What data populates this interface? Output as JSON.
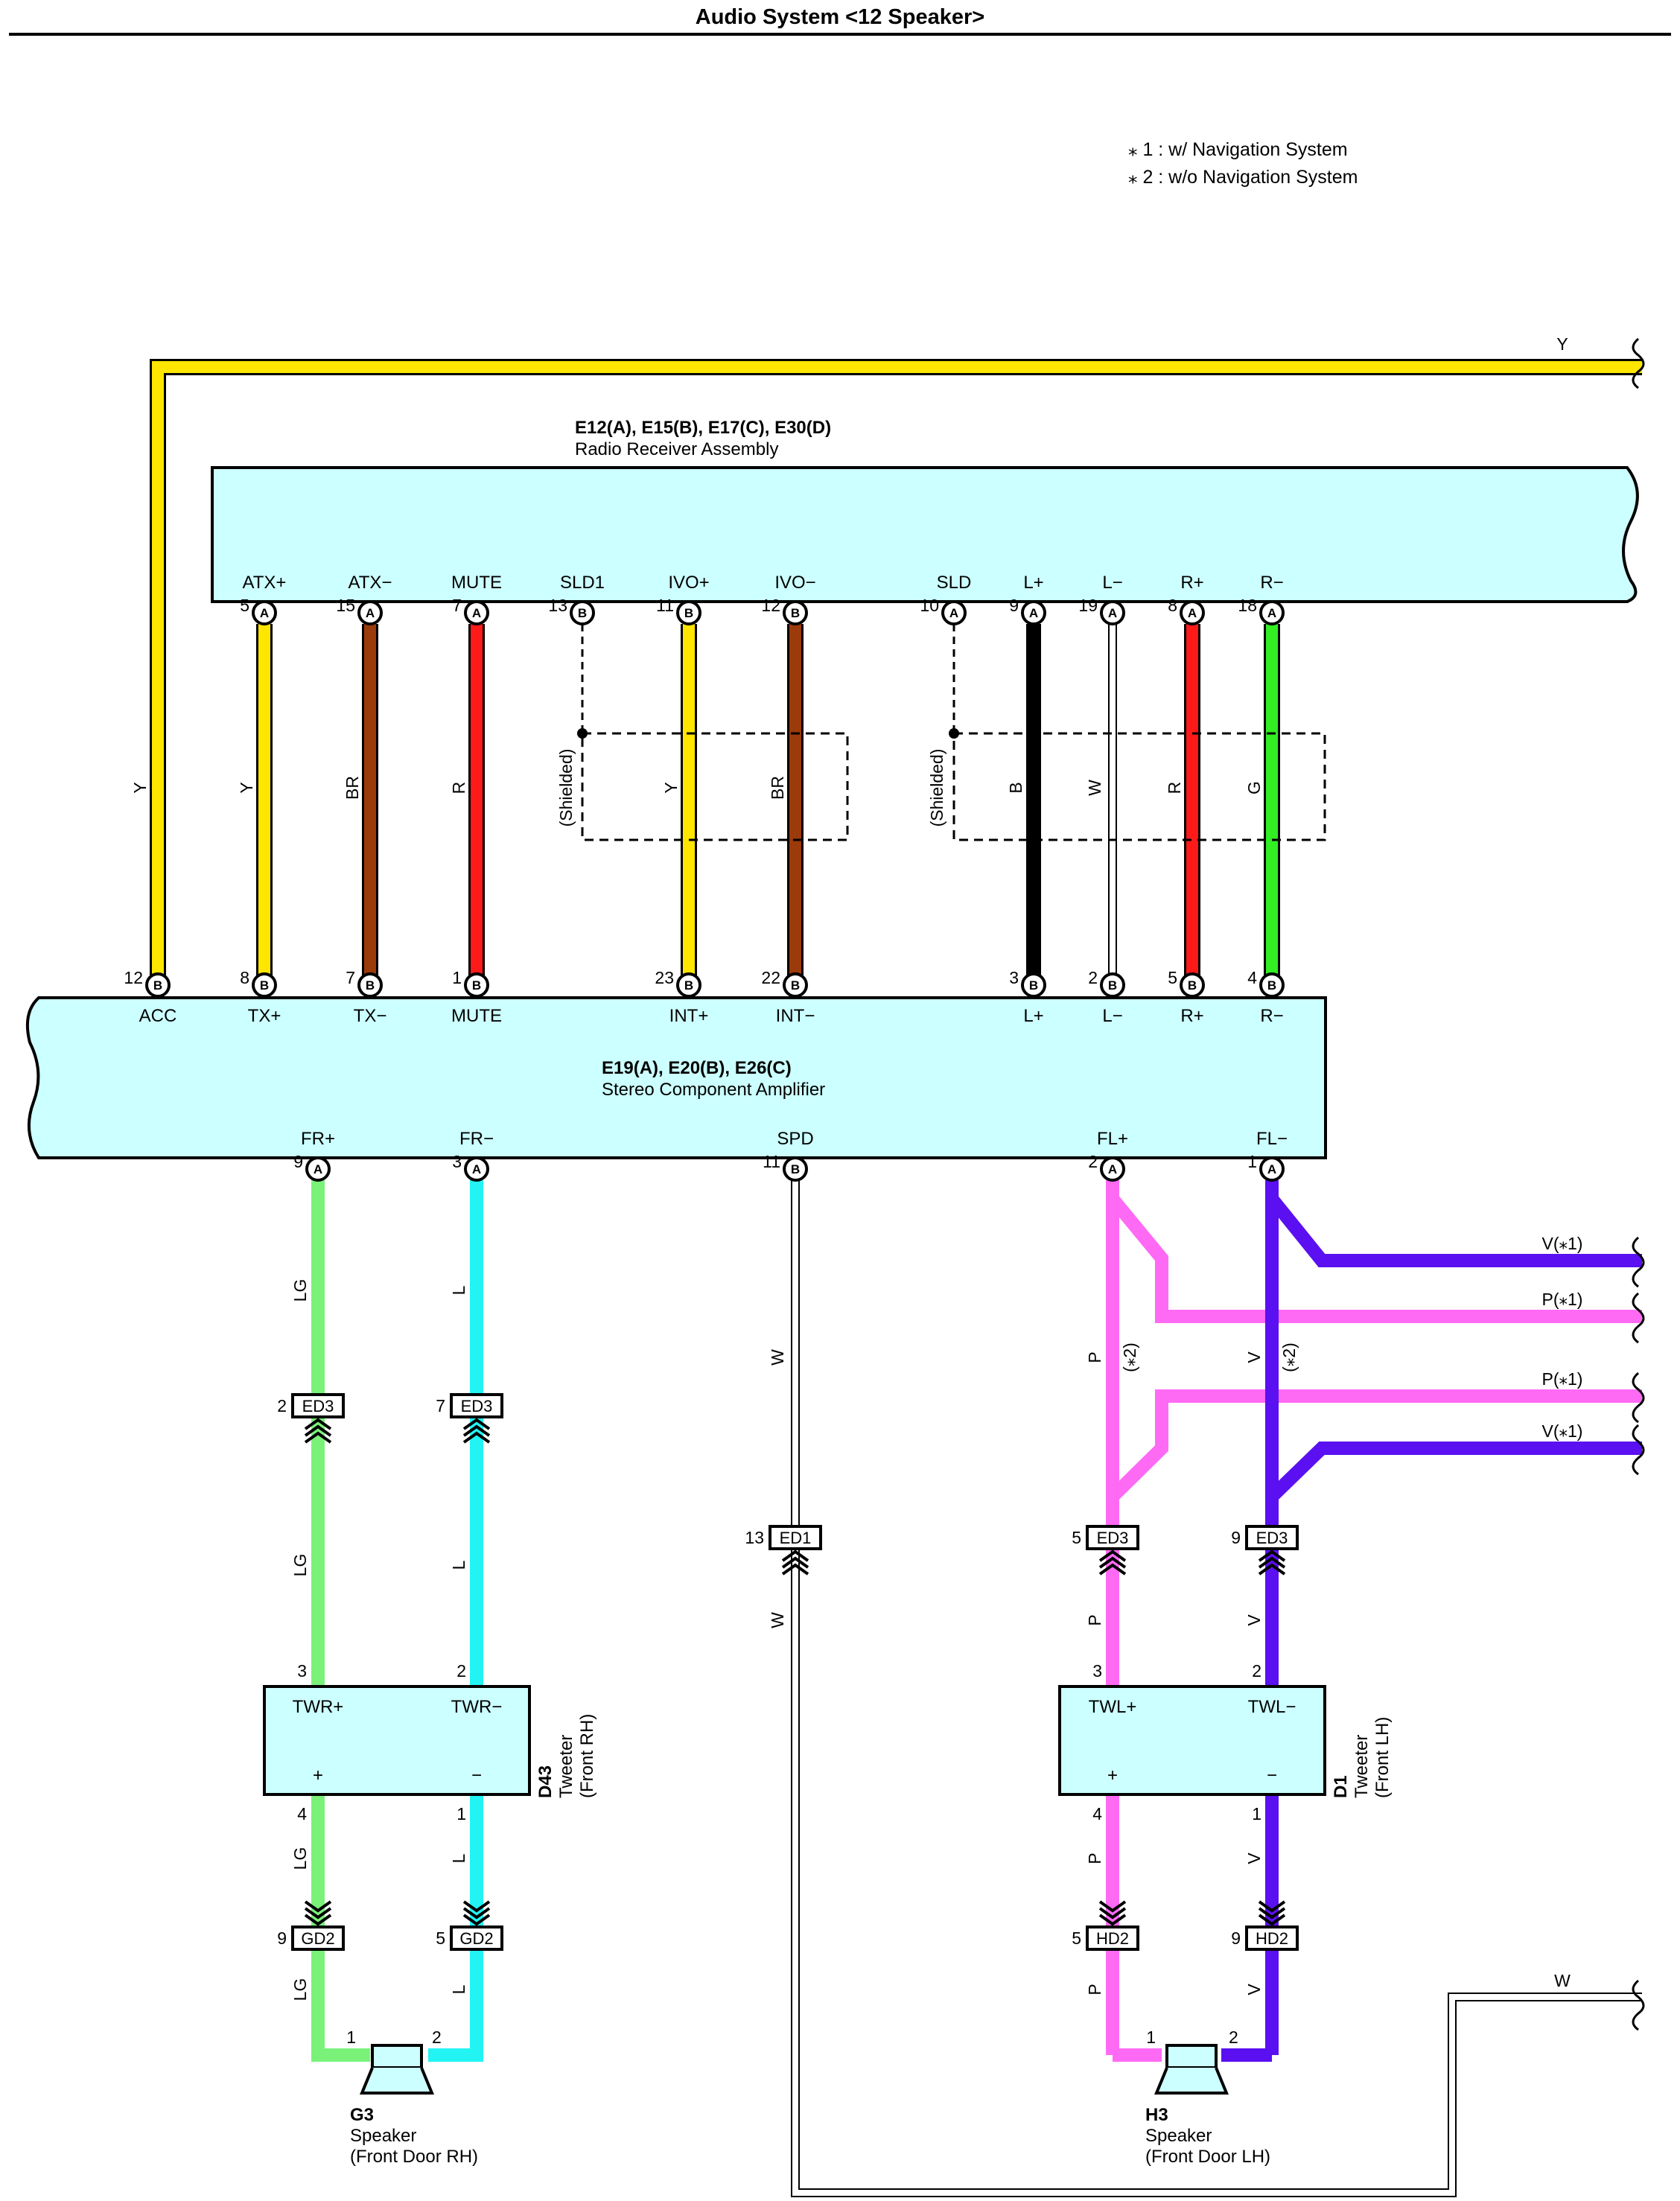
{
  "title": "Audio System <12 Speaker>",
  "notes": [
    "⁎ 1 : w/ Navigation System",
    "⁎ 2 : w/o Navigation System"
  ],
  "colors": {
    "Y": "#ffe600",
    "BR": "#9b3a0a",
    "R": "#ff1a1a",
    "B": "#000000",
    "W": "#ffffff",
    "G": "#33ee22",
    "LG": "#7af27a",
    "L": "#22f4f4",
    "P": "#ff6af5",
    "V": "#5a10f0",
    "component_fill": "#ccffff"
  },
  "receiver": {
    "id": "E12(A), E15(B), E17(C), E30(D)",
    "name": "Radio Receiver Assembly",
    "pins": [
      {
        "name": "ATX+",
        "num": "5",
        "conn": "A"
      },
      {
        "name": "ATX−",
        "num": "15",
        "conn": "A"
      },
      {
        "name": "MUTE",
        "num": "7",
        "conn": "A"
      },
      {
        "name": "SLD1",
        "num": "13",
        "conn": "B"
      },
      {
        "name": "IVO+",
        "num": "11",
        "conn": "B"
      },
      {
        "name": "IVO−",
        "num": "12",
        "conn": "B"
      },
      {
        "name": "SLD",
        "num": "10",
        "conn": "A"
      },
      {
        "name": "L+",
        "num": "9",
        "conn": "A"
      },
      {
        "name": "L−",
        "num": "19",
        "conn": "A"
      },
      {
        "name": "R+",
        "num": "8",
        "conn": "A"
      },
      {
        "name": "R−",
        "num": "18",
        "conn": "A"
      }
    ]
  },
  "amplifier": {
    "id": "E19(A), E20(B), E26(C)",
    "name": "Stereo Component Amplifier",
    "top_pins": [
      {
        "name": "ACC",
        "num": "12",
        "conn": "B"
      },
      {
        "name": "TX+",
        "num": "8",
        "conn": "B"
      },
      {
        "name": "TX−",
        "num": "7",
        "conn": "B"
      },
      {
        "name": "MUTE",
        "num": "1",
        "conn": "B"
      },
      {
        "name": "INT+",
        "num": "23",
        "conn": "B"
      },
      {
        "name": "INT−",
        "num": "22",
        "conn": "B"
      },
      {
        "name": "L+",
        "num": "3",
        "conn": "B"
      },
      {
        "name": "L−",
        "num": "2",
        "conn": "B"
      },
      {
        "name": "R+",
        "num": "5",
        "conn": "B"
      },
      {
        "name": "R−",
        "num": "4",
        "conn": "B"
      }
    ],
    "bottom_pins": [
      {
        "name": "FR+",
        "num": "9",
        "conn": "A"
      },
      {
        "name": "FR−",
        "num": "3",
        "conn": "A"
      },
      {
        "name": "SPD",
        "num": "11",
        "conn": "B"
      },
      {
        "name": "FL+",
        "num": "2",
        "conn": "A"
      },
      {
        "name": "FL−",
        "num": "1",
        "conn": "A"
      }
    ]
  },
  "wire_codes": {
    "acc": "Y",
    "tx_plus": "Y",
    "tx_minus": "BR",
    "mute": "R",
    "int_plus": "Y",
    "int_minus": "BR",
    "l_plus": "B",
    "l_minus": "W",
    "r_plus": "R",
    "r_minus": "G",
    "fr_plus": "LG",
    "fr_minus": "L",
    "spd": "W",
    "fl_plus": "P",
    "fl_minus": "V",
    "top_right": "Y",
    "bottom_right": "W",
    "nav1_v": "V(⁎1)",
    "nav1_p": "P(⁎1)",
    "nav2_p": "P(⁎1)",
    "nav2_v": "V(⁎1)",
    "star2": "(⁎2)"
  },
  "shield_label": "(Shielded)",
  "junctions": [
    {
      "label": "ED3",
      "pin": "2"
    },
    {
      "label": "ED3",
      "pin": "7"
    },
    {
      "label": "ED1",
      "pin": "13"
    },
    {
      "label": "ED3",
      "pin": "5"
    },
    {
      "label": "ED3",
      "pin": "9"
    },
    {
      "label": "GD2",
      "pin": "9"
    },
    {
      "label": "GD2",
      "pin": "5"
    },
    {
      "label": "HD2",
      "pin": "5"
    },
    {
      "label": "HD2",
      "pin": "9"
    }
  ],
  "tweeter_rh": {
    "id": "D43",
    "name": "Tweeter",
    "location": "(Front RH)",
    "pin_plus": "TWR+",
    "pin_minus": "TWR−",
    "sym_plus": "+",
    "sym_minus": "−",
    "num_top_plus": "3",
    "num_top_minus": "2",
    "num_bot_plus": "4",
    "num_bot_minus": "1"
  },
  "tweeter_lh": {
    "id": "D1",
    "name": "Tweeter",
    "location": "(Front LH)",
    "pin_plus": "TWL+",
    "pin_minus": "TWL−",
    "sym_plus": "+",
    "sym_minus": "−",
    "num_top_plus": "3",
    "num_top_minus": "2",
    "num_bot_plus": "4",
    "num_bot_minus": "1"
  },
  "speaker_rh": {
    "id": "G3",
    "name": "Speaker",
    "location": "(Front Door RH)",
    "pin1": "1",
    "pin2": "2"
  },
  "speaker_lh": {
    "id": "H3",
    "name": "Speaker",
    "location": "(Front Door LH)",
    "pin1": "1",
    "pin2": "2"
  }
}
